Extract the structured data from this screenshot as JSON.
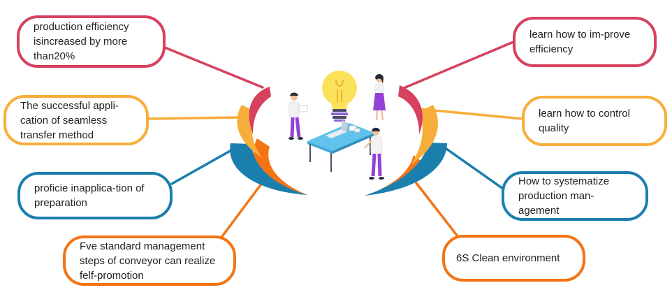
{
  "colors": {
    "crimson": "#d6415f",
    "amber": "#f8ae3b",
    "blue": "#1b7fae",
    "orange": "#f47414",
    "bulb": "#fce15b",
    "table": "#5fc3ec",
    "shirt": "#f2f2f2",
    "pants": "#9243d6",
    "skin": "#f2c09b",
    "hair": "#2b2b3c"
  },
  "left_items": [
    {
      "text": "production efficiency\nisincreased by more\nthan20%",
      "color": "crimson"
    },
    {
      "text": "The successful appli-\ncation of seamless\ntransfer method",
      "color": "amber"
    },
    {
      "text": "proficie inapplica-tion of\npreparation",
      "color": "blue"
    },
    {
      "text": "Fve standard management\nsteps of conveyor can realize\nfelf-promotion",
      "color": "orange"
    }
  ],
  "right_items": [
    {
      "text": "learn how to im-prove\nefficiency",
      "color": "crimson"
    },
    {
      "text": "learn how to control\nquality",
      "color": "amber"
    },
    {
      "text": "How to systematize\nproduction man-\nagement",
      "color": "blue"
    },
    {
      "text": "6S Clean environment",
      "color": "orange"
    }
  ],
  "center_illustration": {
    "icons": [
      "lightbulb-icon",
      "desk-icon",
      "laptop-icon",
      "woman-figure-icon",
      "man-figure-icon"
    ]
  }
}
